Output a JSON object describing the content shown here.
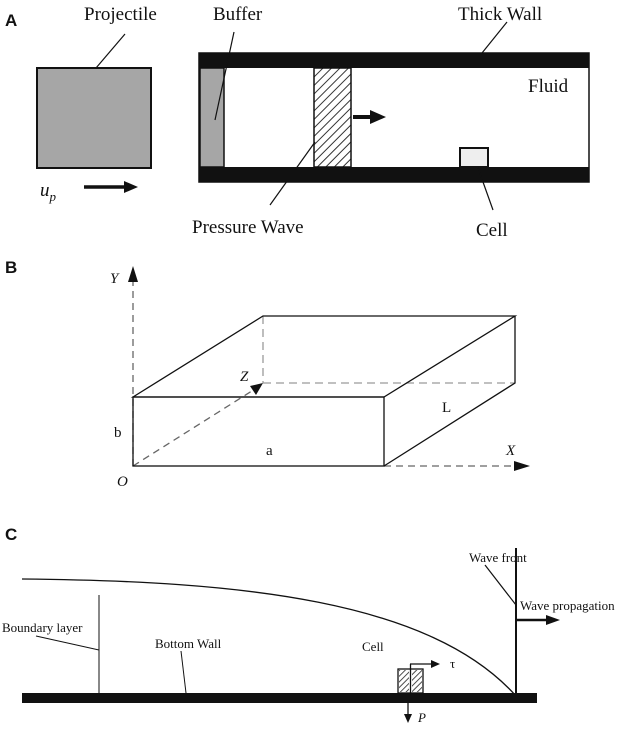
{
  "panels": {
    "a": {
      "letter": "A",
      "labels": {
        "projectile": "Projectile",
        "buffer": "Buffer",
        "thick_wall": "Thick Wall",
        "fluid": "Fluid",
        "pressure_wave": "Pressure Wave",
        "cell": "Cell",
        "up_base": "u",
        "up_sub": "p"
      }
    },
    "b": {
      "letter": "B",
      "labels": {
        "y_axis": "Y",
        "z_axis": "Z",
        "x_axis": "X",
        "origin": "O",
        "dim_a": "a",
        "dim_b": "b",
        "dim_l": "L"
      }
    },
    "c": {
      "letter": "C",
      "labels": {
        "wave_front": "Wave front",
        "wave_propagation": "Wave propagation",
        "boundary_layer": "Boundary layer",
        "bottom_wall": "Bottom Wall",
        "cell": "Cell",
        "tau": "τ",
        "pressure": "P"
      }
    }
  },
  "colors": {
    "ink": "#111111",
    "projectile_fill": "#a6a6a6",
    "buffer_fill": "#a6a6a6",
    "cell_fill": "#eeeeee",
    "dashed_line": "#9a9a9a"
  },
  "icons": {
    "wave_direction": "right-arrow",
    "projectile_velocity": "right-arrow",
    "shear_stress": "right-arrow",
    "pressure_force": "down-arrow"
  }
}
